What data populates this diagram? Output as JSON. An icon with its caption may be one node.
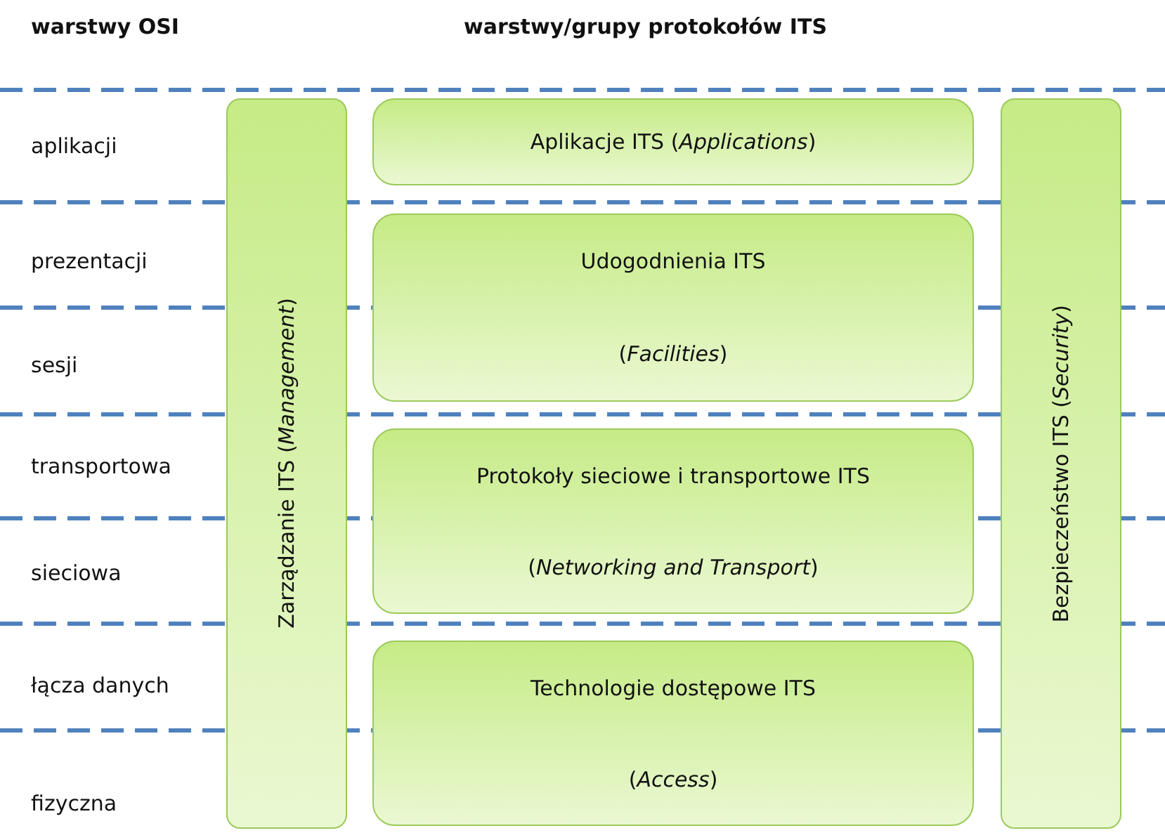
{
  "diagram": {
    "nodes": [
      {
        "text": [
          "Zarządzanie ITS (*Management*)"
        ]
      },
      {
        "text": [
          "Aplikacje ITS (*Applications*)"
        ]
      },
      {
        "text": [
          "Udogodnienia ITS",
          "(*Facilities*)"
        ]
      },
      {
        "text": [
          "Protokoły sieciowe i transportowe ITS",
          "(*Networking and Transport*)"
        ]
      },
      {
        "text": [
          "Technologie dostępowe ITS",
          "(*Access*)"
        ]
      },
      {
        "text": [
          "Bezpieczeństwo ITS (*Security*)"
        ]
      }
    ],
    "labels": [
      "warstwy OSI",
      "warstwy/grupy protokołów ITS",
      "aplikacji",
      "prezentacji",
      "sesji",
      "transportowa",
      "sieciowa",
      "łącza danych",
      "fizyczna"
    ]
  }
}
